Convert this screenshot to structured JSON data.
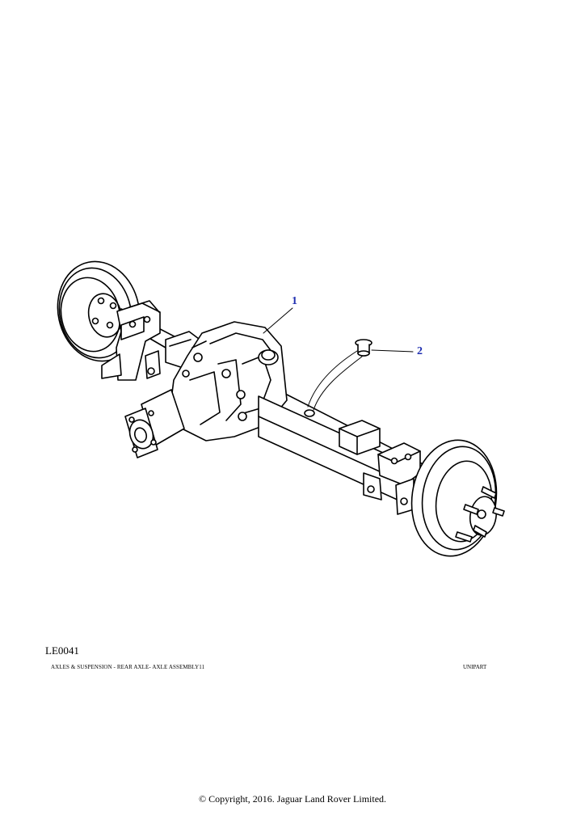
{
  "callouts": [
    {
      "id": "callout-1",
      "label": "1"
    },
    {
      "id": "callout-2",
      "label": "2"
    }
  ],
  "figure_code": "LE0041",
  "caption": "AXLES & SUSPENSION - REAR AXLE- AXLE  ASSEMBLY11",
  "brand": "UNIPART",
  "copyright": "© Copyright, 2016. Jaguar Land Rover Limited.",
  "colors": {
    "line": "#000000",
    "callout": "#1f2fb0",
    "background": "#ffffff"
  }
}
